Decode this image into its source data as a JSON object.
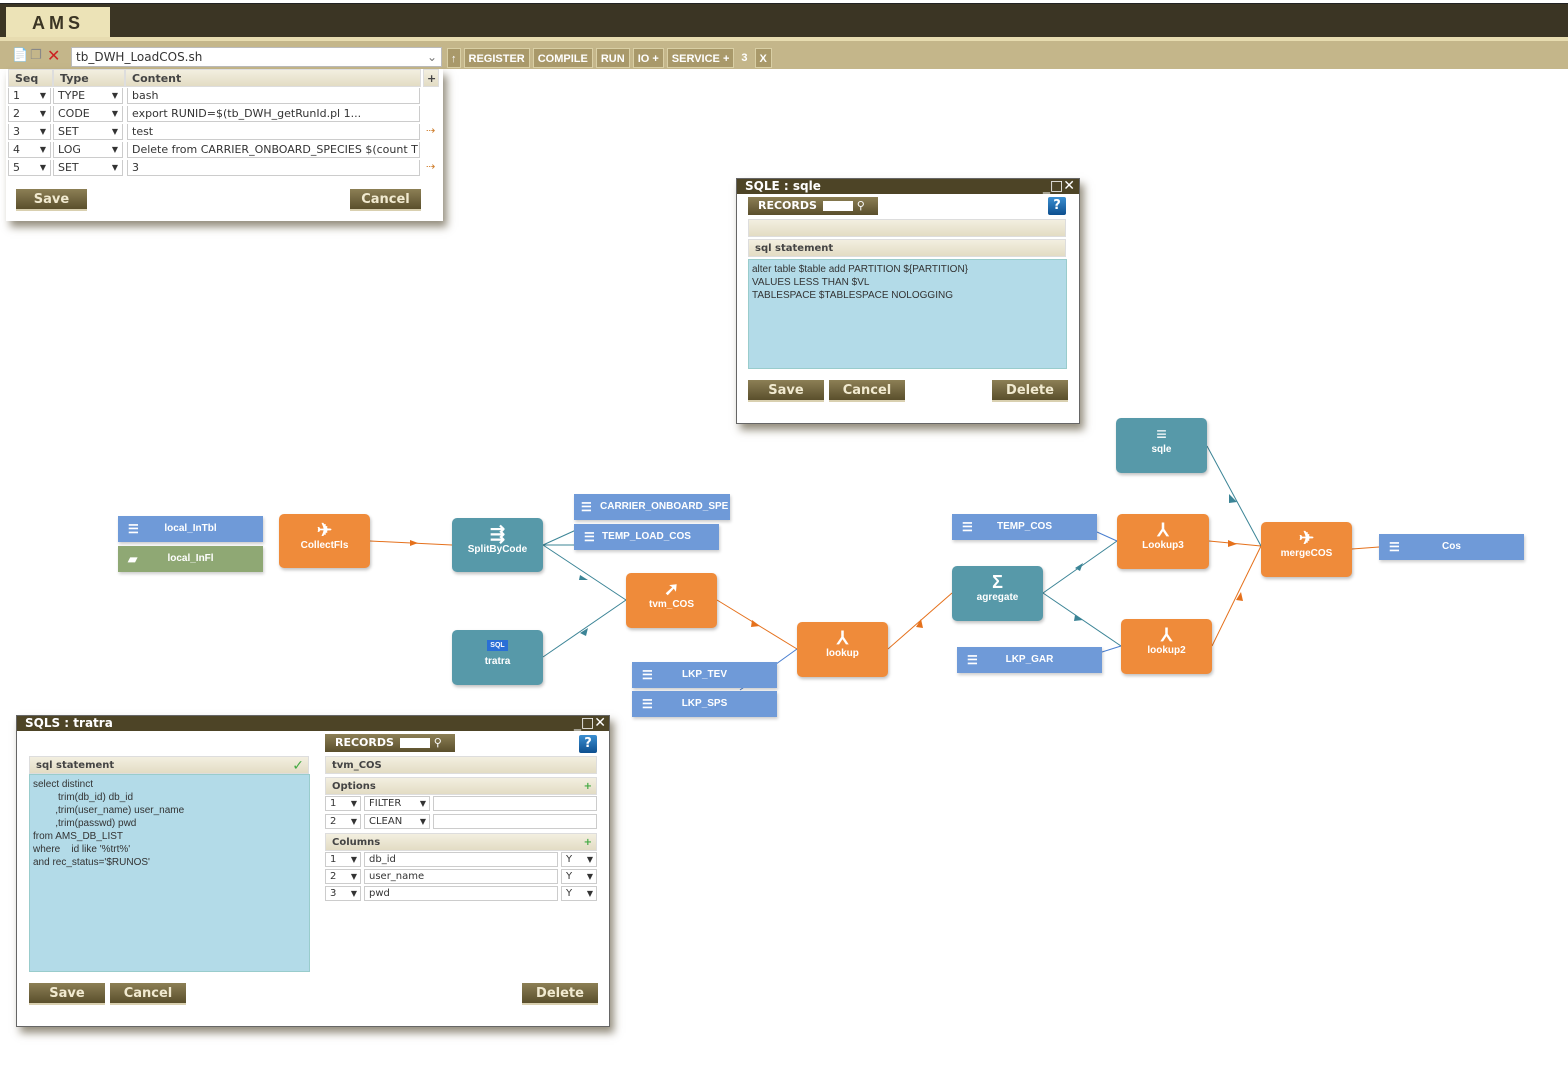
{
  "app": {
    "title": "AMS"
  },
  "toolbar": {
    "file": "tb_DWH_LoadCOS.sh",
    "buttons": [
      "REGISTER",
      "COMPILE",
      "RUN",
      "IO +",
      "SERVICE +"
    ],
    "count": "3",
    "close": "X"
  },
  "script_editor": {
    "headers": {
      "seq": "Seq",
      "type": "Type",
      "content": "Content",
      "add": "+"
    },
    "rows": [
      {
        "seq": "1",
        "type": "TYPE",
        "content": "bash"
      },
      {
        "seq": "2",
        "type": "CODE",
        "content": "export RUNID=$(tb_DWH_getRunId.pl 1..."
      },
      {
        "seq": "3",
        "type": "SET",
        "content": "test"
      },
      {
        "seq": "4",
        "type": "LOG",
        "content": "Delete from CARRIER_ONBOARD_SPECIES $(count T"
      },
      {
        "seq": "5",
        "type": "SET",
        "content": "3"
      }
    ],
    "save": "Save",
    "cancel": "Cancel"
  },
  "sqle": {
    "title": "SQLE : sqle",
    "records": "RECORDS",
    "help": "?",
    "name_value": "",
    "sql_header": "sql statement",
    "sql": "alter table $table add PARTITION ${PARTITION}\nVALUES LESS THAN $VL\nTABLESPACE $TABLESPACE NOLOGGING",
    "save": "Save",
    "cancel": "Cancel",
    "delete": "Delete"
  },
  "sqls": {
    "title": "SQLS : tratra",
    "records": "RECORDS",
    "help": "?",
    "sql_header": "sql statement",
    "sql": "select distinct\n         trim(db_id) db_id\n        ,trim(user_name) user_name\n        ,trim(passwd) pwd\nfrom AMS_DB_LIST\nwhere    id like '%trt%'\nand rec_status='$RUNOS'",
    "target": "tvm_COS",
    "options_header": "Options",
    "columns_header": "Columns",
    "add": "+",
    "options": [
      {
        "seq": "1",
        "type": "FILTER",
        "value": ""
      },
      {
        "seq": "2",
        "type": "CLEAN",
        "value": ""
      }
    ],
    "columns": [
      {
        "seq": "1",
        "name": "db_id",
        "flag": "Y"
      },
      {
        "seq": "2",
        "name": "user_name",
        "flag": "Y"
      },
      {
        "seq": "3",
        "name": "pwd",
        "flag": "Y"
      }
    ],
    "save": "Save",
    "cancel": "Cancel",
    "delete": "Delete"
  },
  "diagram": {
    "nodes": {
      "local_InTbl": "local_InTbl",
      "local_InFl": "local_InFl",
      "CollectFls": "CollectFls",
      "SplitByCode": "SplitByCode",
      "carrier": "CARRIER_ONBOARD_SPE",
      "temp_load": "TEMP_LOAD_COS",
      "tvm": "tvm_COS",
      "tratra": "tratra",
      "sql_badge": "SQL",
      "lkp_tev": "LKP_TEV",
      "lkp_sps": "LKP_SPS",
      "lookup": "lookup",
      "agregate": "agregate",
      "temp_cos": "TEMP_COS",
      "lkp_gar": "LKP_GAR",
      "lookup3": "Lookup3",
      "lookup2": "lookup2",
      "sqle": "sqle",
      "merge": "mergeCOS",
      "cos": "Cos"
    }
  },
  "colors": {
    "header": "#3b3524",
    "toolbar": "#c4b68a",
    "orange": "#ef8b3a",
    "teal": "#5799a9",
    "table": "#6f9ad8",
    "file": "#8fa874"
  }
}
